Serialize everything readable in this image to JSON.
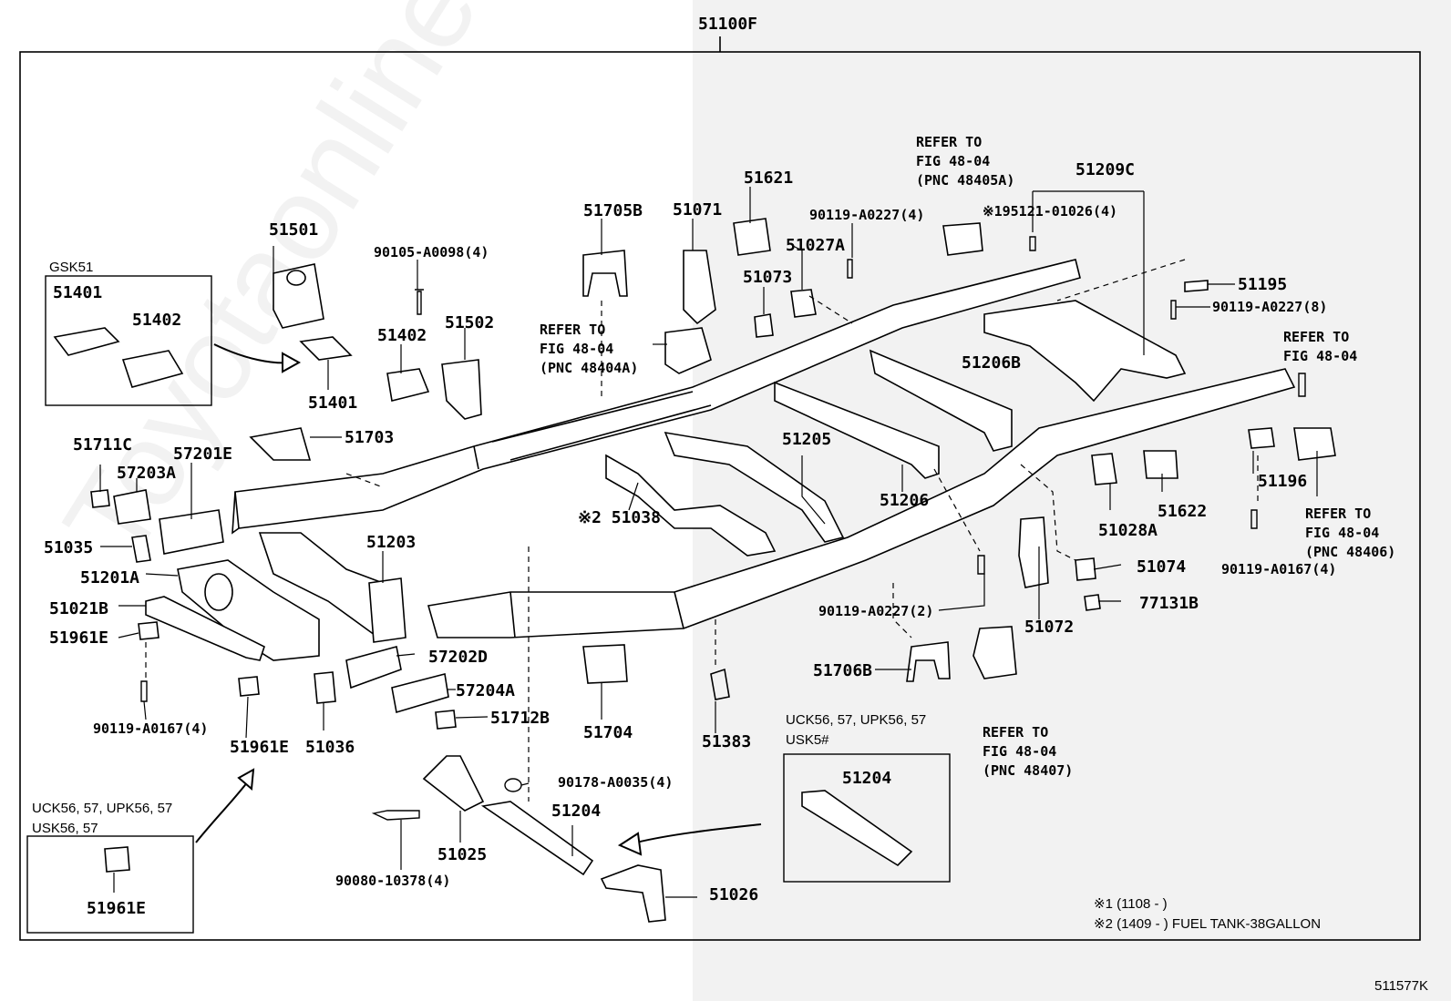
{
  "title": "51100F",
  "figure_code": "511577K",
  "watermark": "Toyotaonline.ru",
  "variant_boxes": {
    "gsk": "GSK51",
    "uck_left_l1": "UCK56, 57, UPK56, 57",
    "uck_left_l2": "USK56, 57",
    "uck_right_l1": "UCK56, 57, UPK56, 57",
    "uck_right_l2": "USK5#"
  },
  "refs": {
    "r48405a": "REFER TO\nFIG 48-04\n(PNC 48405A)",
    "r48404a": "REFER TO\nFIG 48-04\n(PNC 48404A)",
    "r4804": "REFER TO\nFIG 48-04",
    "r48406": "REFER TO\nFIG 48-04\n(PNC 48406)",
    "r48407": "REFER TO\nFIG 48-04\n(PNC 48407)"
  },
  "notes": {
    "n1": "※1 (1108 -      )",
    "n2": "※2 (1409 -      ) FUEL TANK-38GALLON"
  },
  "parts": {
    "p51401_box": "51401",
    "p51402_box": "51402",
    "p51501": "51501",
    "p90105": "90105-A0098(4)",
    "p51402": "51402",
    "p51502": "51502",
    "p51401": "51401",
    "p51705b": "51705B",
    "p51071": "51071",
    "p51621": "51621",
    "p90119_4": "90119-A0227(4)",
    "p51027a": "51027A",
    "p51073": "51073",
    "p195121": "※195121-01026(4)",
    "p51209c": "51209C",
    "p51195": "51195",
    "p90119_8": "90119-A0227(8)",
    "p51206b": "51206B",
    "p51703": "51703",
    "p51711c": "51711C",
    "p57201e": "57201E",
    "p57203a": "57203A",
    "p51035": "51035",
    "p51201a": "51201A",
    "p51021b": "51021B",
    "p51961e_a": "51961E",
    "p90119_0167_left": "90119-A0167(4)",
    "p51961e_b": "51961E",
    "p51961e_c": "51961E",
    "p51203": "51203",
    "p57202d": "57202D",
    "p57204a": "57204A",
    "p51712b": "51712B",
    "p51036": "51036",
    "p51205": "51205",
    "p51038": "※2 51038",
    "p51206": "51206",
    "p51704": "51704",
    "p51383": "51383",
    "p51028a": "51028A",
    "p51622": "51622",
    "p51196": "51196",
    "p90119_0167_right": "90119-A0167(4)",
    "p51074": "51074",
    "p77131b": "77131B",
    "p90119_2": "90119-A0227(2)",
    "p51072": "51072",
    "p51706b": "51706B",
    "p51204_box": "51204",
    "p90178": "90178-A0035(4)",
    "p51204": "51204",
    "p51025": "51025",
    "p90080": "90080-10378(4)",
    "p51026": "51026"
  }
}
